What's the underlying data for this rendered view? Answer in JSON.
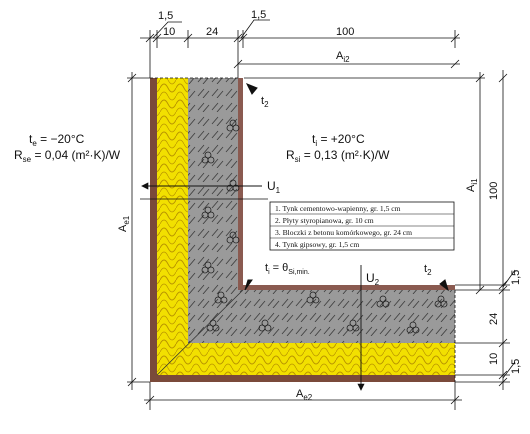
{
  "dimensions": {
    "top_plaster_outer": "1,5",
    "top_insulation": "10",
    "top_block": "24",
    "top_plaster_inner": "1,5",
    "top_interior": "100",
    "right_interior": "100",
    "right_plaster_inner": "1,5",
    "right_block": "24",
    "right_insulation": "10",
    "right_plaster_outer": "1,5"
  },
  "areas": {
    "a_i2": {
      "base": "A",
      "sub": "i2"
    },
    "a_i1": {
      "base": "A",
      "sub": "i1"
    },
    "a_e1": {
      "base": "A",
      "sub": "e1"
    },
    "a_e2": {
      "base": "A",
      "sub": "e2"
    }
  },
  "conditions": {
    "te": {
      "sym": "t",
      "sub": "e",
      "value": " = −20°C"
    },
    "rse": {
      "sym": "R",
      "sub": "se",
      "value": " = 0,04 (m²·K)/W"
    },
    "ti": {
      "sym": "t",
      "sub": "i",
      "value": " = +20°C"
    },
    "rsi": {
      "sym": "R",
      "sub": "si",
      "value": " = 0,13 (m²·K)/W"
    }
  },
  "markers": {
    "t2_top": {
      "sym": "t",
      "sub": "2"
    },
    "t2_right": {
      "sym": "t",
      "sub": "2"
    },
    "u1": {
      "sym": "U",
      "sub": "1"
    },
    "u2": {
      "sym": "U",
      "sub": "2"
    },
    "ti_theta": {
      "sym": "t",
      "sub": "i",
      "mid": " = θ",
      "sub2": "Si,min."
    }
  },
  "legend": [
    "1. Tynk cementowo-wapienny, gr. 1,5 cm",
    "2. Płyty styropianowa, gr. 10 cm",
    "3. Bloczki z betonu komórkowego, gr. 24 cm",
    "4. Tynk gipsowy, gr. 1,5 cm"
  ],
  "colors": {
    "plaster_outer": "#7a4a3a",
    "insulation": "#f2e000",
    "insulation_lines": "#c9a400",
    "block": "#9a9a9a",
    "plaster_inner": "#b09090"
  }
}
